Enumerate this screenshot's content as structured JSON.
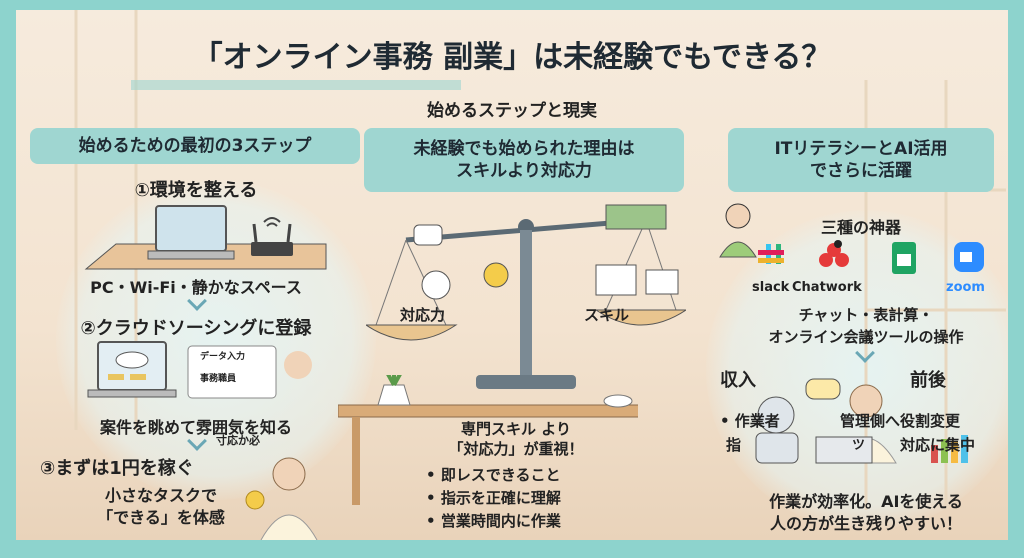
{
  "title": "「オンライン事務 副業」は未経験でもできる？",
  "subtitle": "始めるステップと現実",
  "colors": {
    "frame": "#8dd3cd",
    "header_pill": "#9fd6d1",
    "background": "#f3e3d0"
  },
  "left": {
    "header": "始めるための最初の3ステップ",
    "step1": {
      "title": "①環境を整える",
      "caption": "PC・Wi-Fi・静かなスペース",
      "icons": [
        "laptop-icon",
        "wifi-router-icon"
      ]
    },
    "step2": {
      "title": "②クラウドソーシングに登録",
      "caption": "案件を眺めて雰囲気を知る",
      "jobs": [
        "データ入力",
        "事務職員"
      ],
      "overlap": "寸応か必"
    },
    "step3": {
      "title": "③まずは1円を稼ぐ",
      "caption_line1": "小さなタスクで",
      "caption_line2": "「できる」を体感"
    }
  },
  "center": {
    "header_line1": "未経験でも始められた理由は",
    "header_line2": "スキルより対応力",
    "scale_left": "対応力",
    "scale_right": "スキル",
    "body_line1": "専門スキル より",
    "body_line2": "「対応力」が重視！",
    "bullets": [
      "即レスできること",
      "指示を正確に理解",
      "営業時間内に作業"
    ]
  },
  "right": {
    "header_line1": "ITリテラシーとAI活用",
    "header_line2": "でさらに活躍",
    "tools_title": "三種の神器",
    "tools": [
      "slack",
      "Chatwork",
      "",
      "zoom"
    ],
    "tools_caption_line1": "チャット・表計算・",
    "tools_caption_line2": "オンライン会議ツールの操作",
    "income": "収入",
    "before_after": "前後",
    "left_text1": "• 作業者",
    "left_text2": "指",
    "right_text1": "管理側へ役割変更",
    "right_text2": "対応に集中",
    "mid_text": "ツ",
    "footer_line1": "作業が効率化。AIを使える",
    "footer_line2": "人の方が生き残りやすい！"
  }
}
